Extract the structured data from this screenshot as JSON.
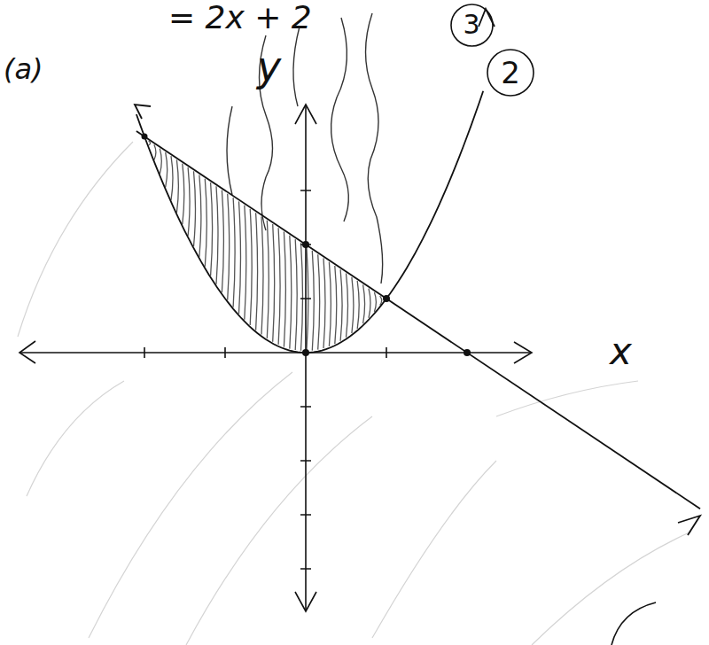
{
  "diagram": {
    "nodes": [
      {
        "text": [
          "3"
        ]
      },
      {
        "text": [
          "2"
        ]
      }
    ],
    "labels": [
      "= 2x + 2",
      "y",
      "x",
      "(a)"
    ]
  }
}
